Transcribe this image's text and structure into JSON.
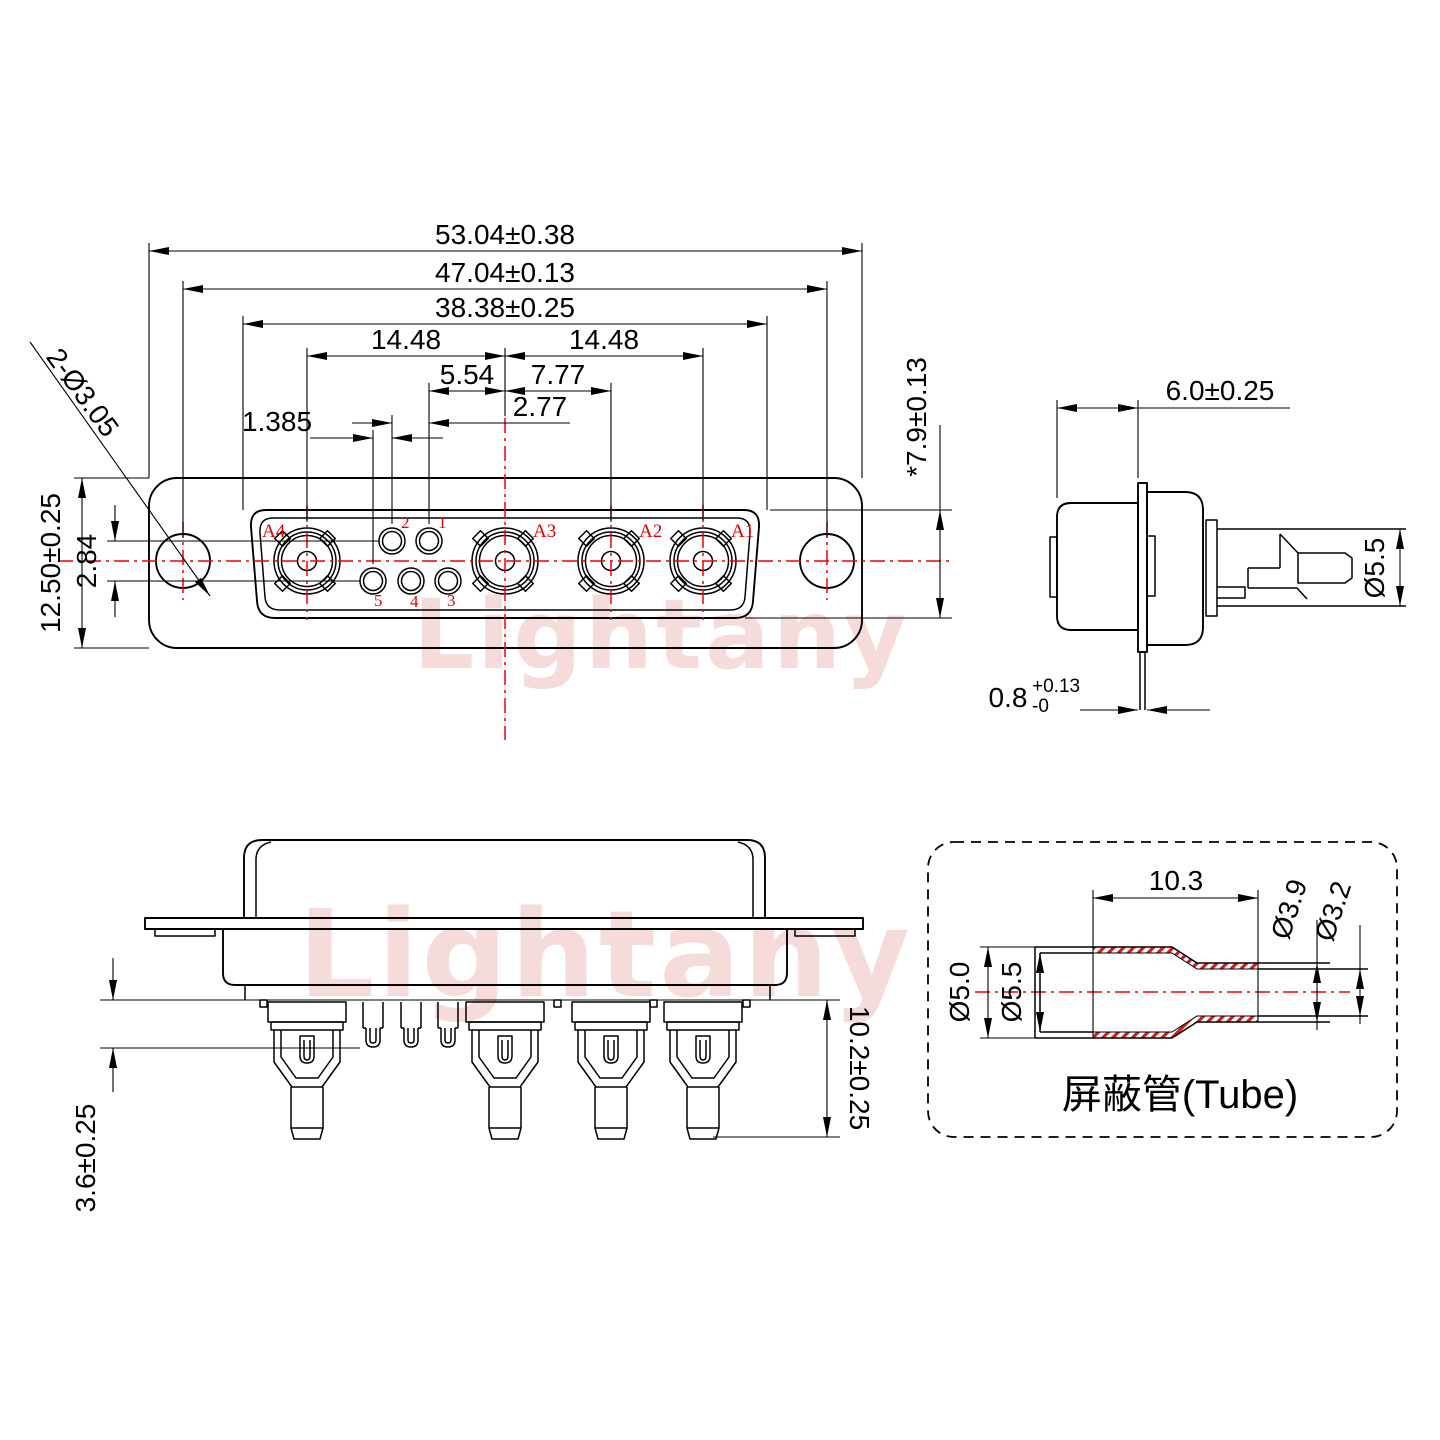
{
  "drawing": {
    "watermark": {
      "text": "Lightany",
      "color": "#f2c6c6"
    },
    "colors": {
      "line": "#000000",
      "centerline_red": "#ef0000",
      "label_red": "#dd0000",
      "hatch_red": "#cc1f1f"
    },
    "front_view": {
      "dim_width_outer": "53.04±0.38",
      "dim_hole_span": "47.04±0.13",
      "dim_opening": "38.38±0.25",
      "dim_pitch_left": "14.48",
      "dim_pitch_right": "14.48",
      "dim_5_54": "5.54",
      "dim_7_77": "7.77",
      "dim_2_77": "2.77",
      "dim_1_385": "1.385",
      "dim_height": "12.50±0.25",
      "dim_row_offset": "2.84",
      "dim_mount_holes": "2-Ø3.05",
      "dim_opening_height": "*7.9±0.13",
      "contact_labels": {
        "a4": "A4",
        "a3": "A3",
        "a2": "A2",
        "a1": "A1",
        "p1": "1",
        "p2": "2",
        "p3": "3",
        "p4": "4",
        "p5": "5"
      }
    },
    "side_view": {
      "dim_depth": "6.0±0.25",
      "dim_contact_dia": "Ø5.5",
      "dim_flange_base": "0.8",
      "dim_flange_sup": "+0.13",
      "dim_flange_sub": "-0"
    },
    "bottom_view": {
      "dim_pin_len": "3.6±0.25",
      "dim_contact_len": "10.2±0.25"
    },
    "tube_view": {
      "dim_len": "10.3",
      "dim_outer_small": "Ø3.9",
      "dim_inner_small": "Ø3.2",
      "dim_outer_big": "Ø5.0",
      "dim_inner_big": "Ø5.5",
      "caption": "屏蔽管(Tube)"
    }
  }
}
